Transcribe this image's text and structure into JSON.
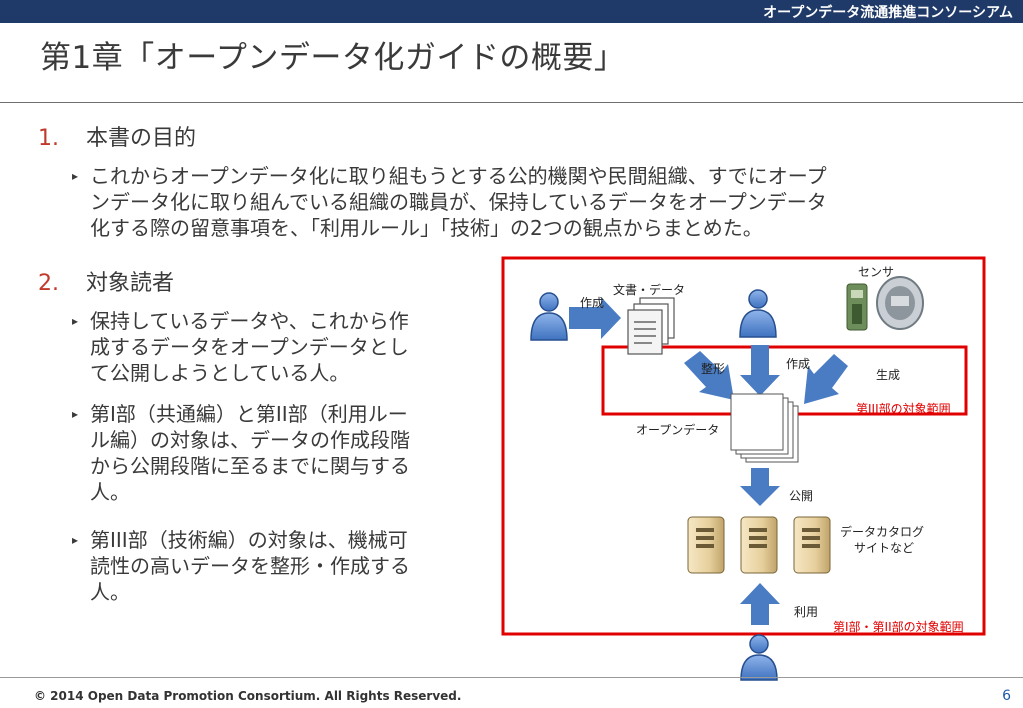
{
  "header": {
    "org_name": "オープンデータ流通推進コンソーシアム",
    "title": "第1章「オープンデータ化ガイドの概要」"
  },
  "sections": [
    {
      "number": "1.",
      "heading": "本書の目的",
      "bullets": [
        [
          "これからオープンデータ化に取り組もうとする公的機関や民間組織、すでにオープ",
          "ンデータ化に取り組んでいる組織の職員が、保持しているデータをオープンデータ",
          "化する際の留意事項を、「利用ルール」「技術」の2つの観点からまとめた。"
        ]
      ]
    },
    {
      "number": "2.",
      "heading": "対象読者",
      "bullets": [
        [
          "保持しているデータや、これから作",
          "成するデータをオープンデータとし",
          "て公開しようとしている人。"
        ],
        [
          "第I部（共通編）と第II部（利用ルー",
          "ル編）の対象は、データの作成段階",
          "から公開段階に至るまでに関与する",
          "人。"
        ],
        [
          "第III部（技術編）の対象は、機械可",
          "読性の高いデータを整形・作成する",
          "人。"
        ]
      ]
    }
  ],
  "diagram": {
    "labels": {
      "create_left": "作成",
      "documents": "文書・データ",
      "sensor": "センサ",
      "shape": "整形",
      "create_center": "作成",
      "generate": "生成",
      "open_data": "オープンデータ",
      "publish": "公開",
      "catalog_line1": "データカタログ",
      "catalog_line2": "サイトなど",
      "use": "利用"
    },
    "scope_labels": {
      "part3": "第III部の対象範囲",
      "part1_2": "第I部・第II部の対象範囲"
    },
    "colors": {
      "accent_blue": "#4a7cc4",
      "scope_red": "#e00000",
      "person_fill": "#5d8fd6"
    }
  },
  "footer": {
    "copyright": "© 2014 Open Data Promotion Consortium. All Rights Reserved.",
    "page_number": "6"
  }
}
